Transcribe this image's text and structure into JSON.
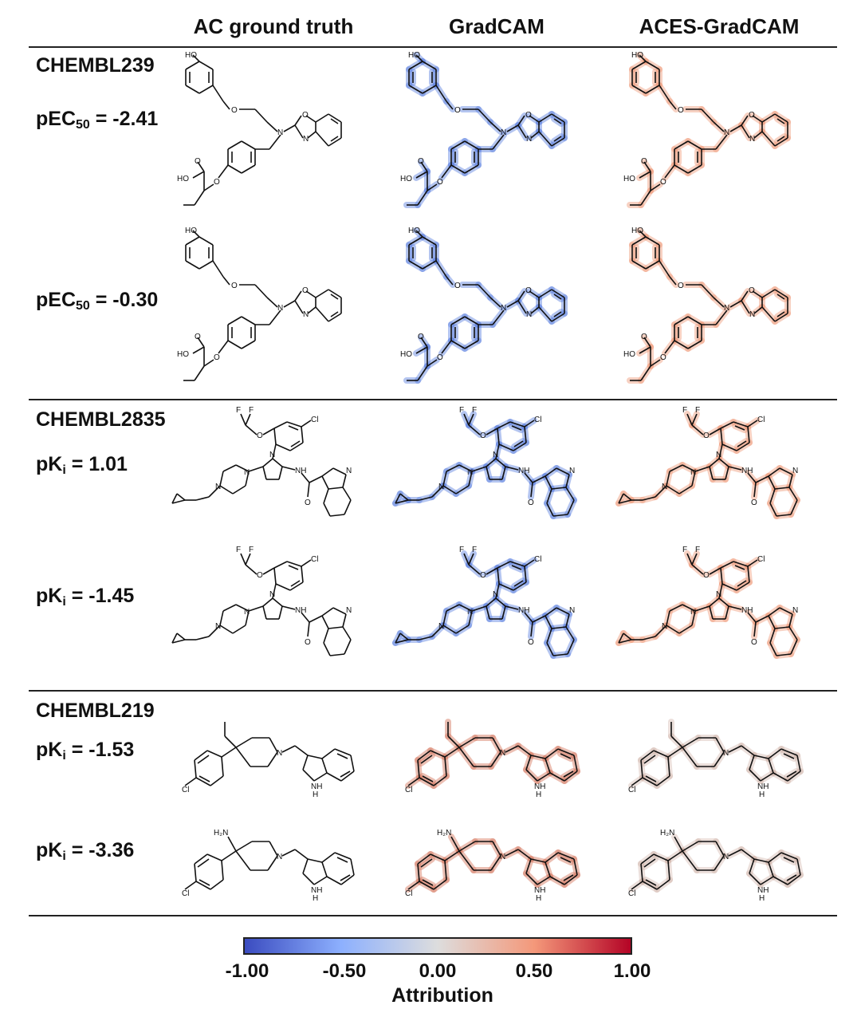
{
  "columns": [
    "AC ground truth",
    "GradCAM",
    "ACES-GradCAM"
  ],
  "groups": [
    {
      "dataset": "CHEMBL239",
      "rows": [
        {
          "metric_prefix": "pEC",
          "metric_sub": "50",
          "metric_value": " = -2.41"
        },
        {
          "metric_prefix": "pEC",
          "metric_sub": "50",
          "metric_value": " = -0.30"
        }
      ]
    },
    {
      "dataset": "CHEMBL2835",
      "rows": [
        {
          "metric_prefix": "pK",
          "metric_sub": "i",
          "metric_value": " = 1.01"
        },
        {
          "metric_prefix": "pK",
          "metric_sub": "i",
          "metric_value": " = -1.45"
        }
      ]
    },
    {
      "dataset": "CHEMBL219",
      "rows": [
        {
          "metric_prefix": "pK",
          "metric_sub": "i",
          "metric_value": " = -1.53"
        },
        {
          "metric_prefix": "pK",
          "metric_sub": "i",
          "metric_value": " = -3.36"
        }
      ]
    }
  ],
  "atom_labels": {
    "ho": "HO",
    "o": "O",
    "n": "N",
    "f": "F",
    "cl": "Cl",
    "nh": "NH",
    "h2n": "H₂N",
    "h": "H"
  },
  "colorbar": {
    "title": "Attribution",
    "ticks": [
      "-1.00",
      "-0.50",
      "0.00",
      "0.50",
      "1.00"
    ],
    "tick_values": [
      -1.0,
      -0.5,
      0.0,
      0.5,
      1.0
    ],
    "range": [
      -1.0,
      1.0
    ],
    "colors": [
      "#3b4cc0",
      "#8db0fe",
      "#dddddd",
      "#f4987a",
      "#b40426"
    ]
  }
}
